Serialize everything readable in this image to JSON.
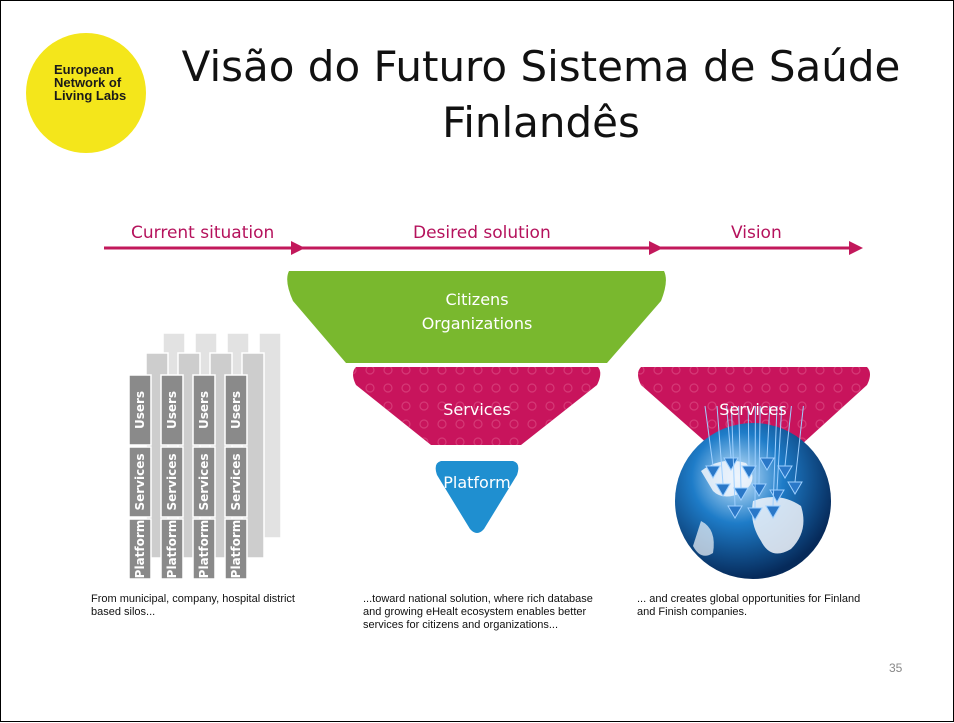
{
  "logo": {
    "lines": [
      "European",
      "Network of",
      "Living Labs"
    ]
  },
  "title": {
    "line1": "Visão do Futuro Sistema de Saúde",
    "line2": "Finlandês"
  },
  "phases": [
    "Current situation",
    "Desired solution",
    "Vision"
  ],
  "silos": {
    "count": 4,
    "labels": {
      "users": "Users",
      "services": "Services",
      "platform": "Platform"
    }
  },
  "pyramid": {
    "top": [
      "Citizens",
      "Organizations"
    ],
    "middle": "Services",
    "bottom": "Platform"
  },
  "vision": {
    "label": "Services"
  },
  "captions": {
    "current": [
      "From municipal, company, hospital district",
      "based silos..."
    ],
    "desired": [
      "...toward national solution, where rich database",
      "and growing eHealt ecosystem enables better",
      "services for citizens and organizations..."
    ],
    "vision": [
      "... and creates global opportunities for Finland",
      "and Finish companies."
    ]
  },
  "page_number": "35",
  "colors": {
    "accent": "#c2185b",
    "green": "#76b82a",
    "blue": "#1f8fd0",
    "logo_yellow": "#f4e61b",
    "silo_gray": "#8a8a8a"
  }
}
